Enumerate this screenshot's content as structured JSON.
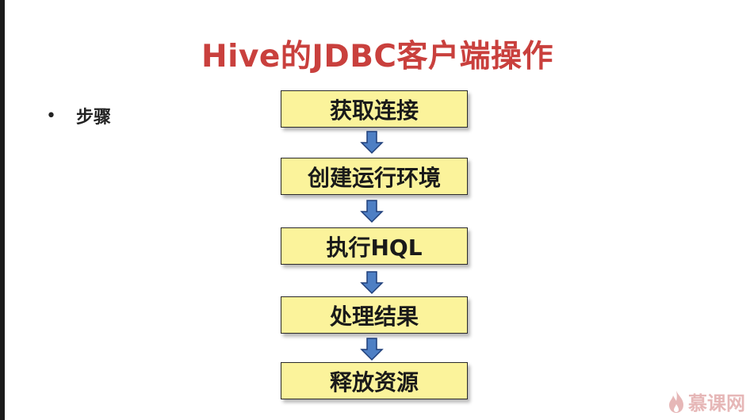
{
  "slide": {
    "title": "Hive的JDBC客户端操作",
    "bullet": {
      "marker": "•",
      "text": "步骤"
    },
    "flow": [
      "获取连接",
      "创建运行环境",
      "执行HQL",
      "处理结果",
      "释放资源"
    ],
    "colors": {
      "title": "#c9403d",
      "box_fill": "#fbf39b",
      "arrow_fill": "#4e7fc4",
      "arrow_stroke": "#1f3f7a"
    }
  },
  "watermark": {
    "logo_text": "慕课网",
    "icon": "flame-icon"
  }
}
